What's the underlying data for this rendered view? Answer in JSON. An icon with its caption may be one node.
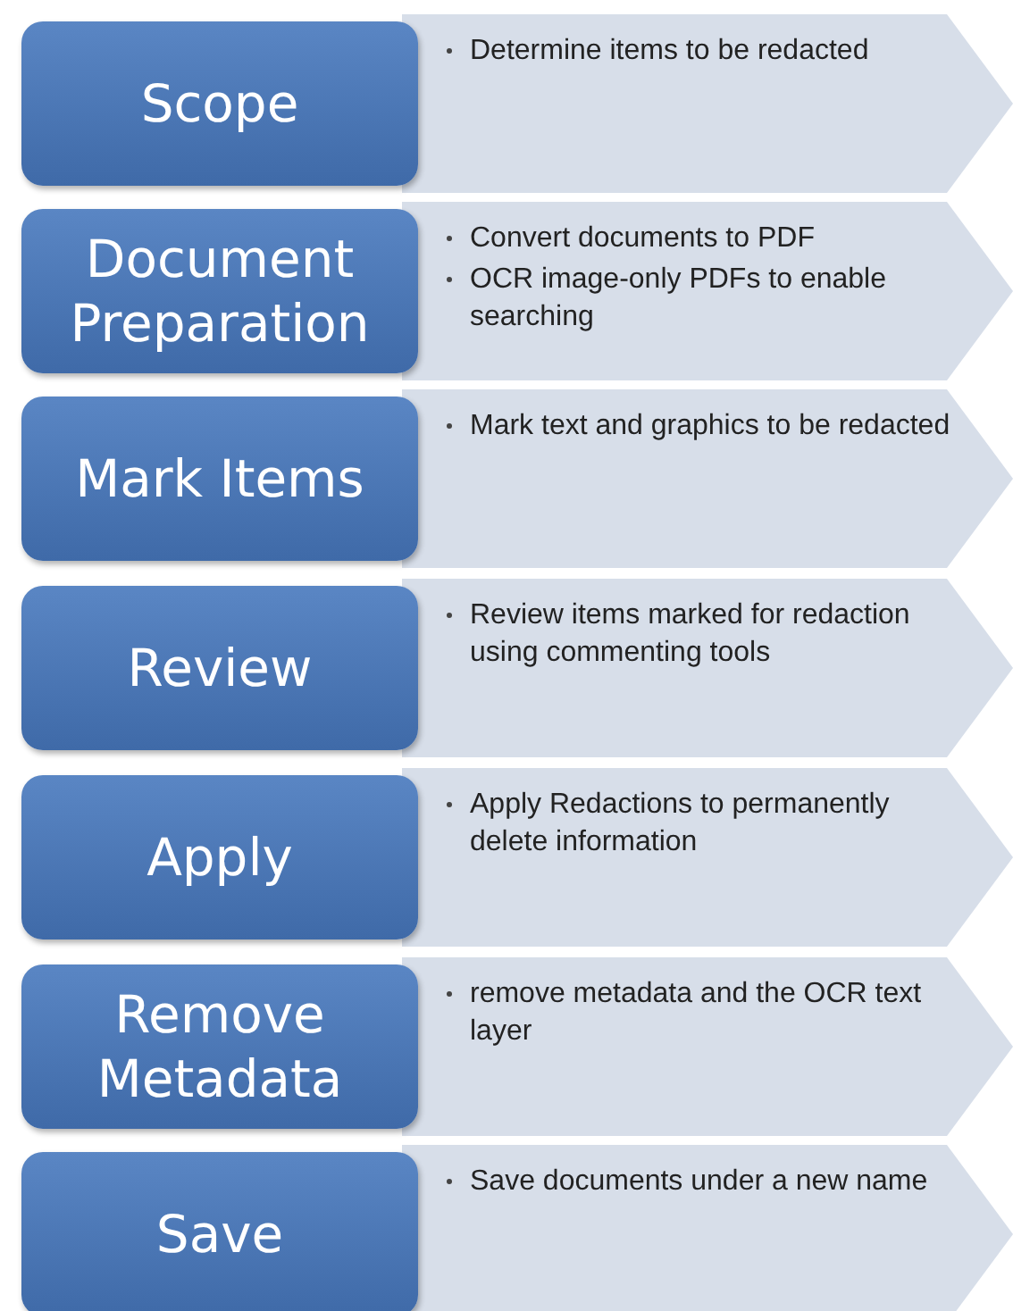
{
  "diagram": {
    "nodes": [
      {
        "text": [
          "Scope"
        ]
      },
      {
        "text": [
          "Determine items to be redacted"
        ]
      },
      {
        "text": [
          "Document Preparation"
        ]
      },
      {
        "text": [
          "Convert documents to PDF",
          "OCR image-only PDFs to enable searching"
        ]
      },
      {
        "text": [
          "Mark Items"
        ]
      },
      {
        "text": [
          "Mark text and graphics to be redacted"
        ]
      },
      {
        "text": [
          "Review"
        ]
      },
      {
        "text": [
          "Review items marked for redaction using commenting tools"
        ]
      },
      {
        "text": [
          "Apply"
        ]
      },
      {
        "text": [
          "Apply Redactions to permanently delete information"
        ]
      },
      {
        "text": [
          "Remove Metadata"
        ]
      },
      {
        "text": [
          "remove metadata and the OCR text layer"
        ]
      },
      {
        "text": [
          "Save"
        ]
      },
      {
        "text": [
          "Save documents under a new name"
        ]
      }
    ]
  }
}
